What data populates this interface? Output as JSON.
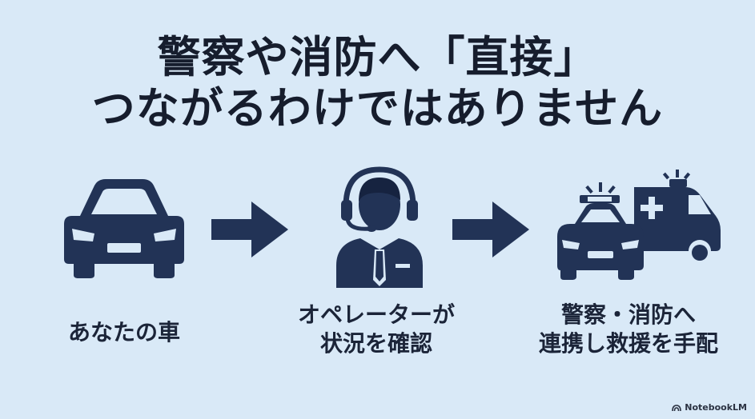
{
  "title": {
    "line1": "警察や消防へ「直接」",
    "line2": "つながるわけではありません"
  },
  "flow": {
    "step1": {
      "label": "あなたの車",
      "icon": "car-icon"
    },
    "step2": {
      "label_line1": "オペレーターが",
      "label_line2": "状況を確認",
      "icon": "operator-headset-icon"
    },
    "step3": {
      "label_line1": "警察・消防へ",
      "label_line2": "連携し救援を手配",
      "icon": "police-car-ambulance-icon"
    }
  },
  "brand": {
    "text": "NotebookLM"
  },
  "colors": {
    "background": "#d9e9f7",
    "icon": "#223356",
    "text": "#1b2438"
  }
}
